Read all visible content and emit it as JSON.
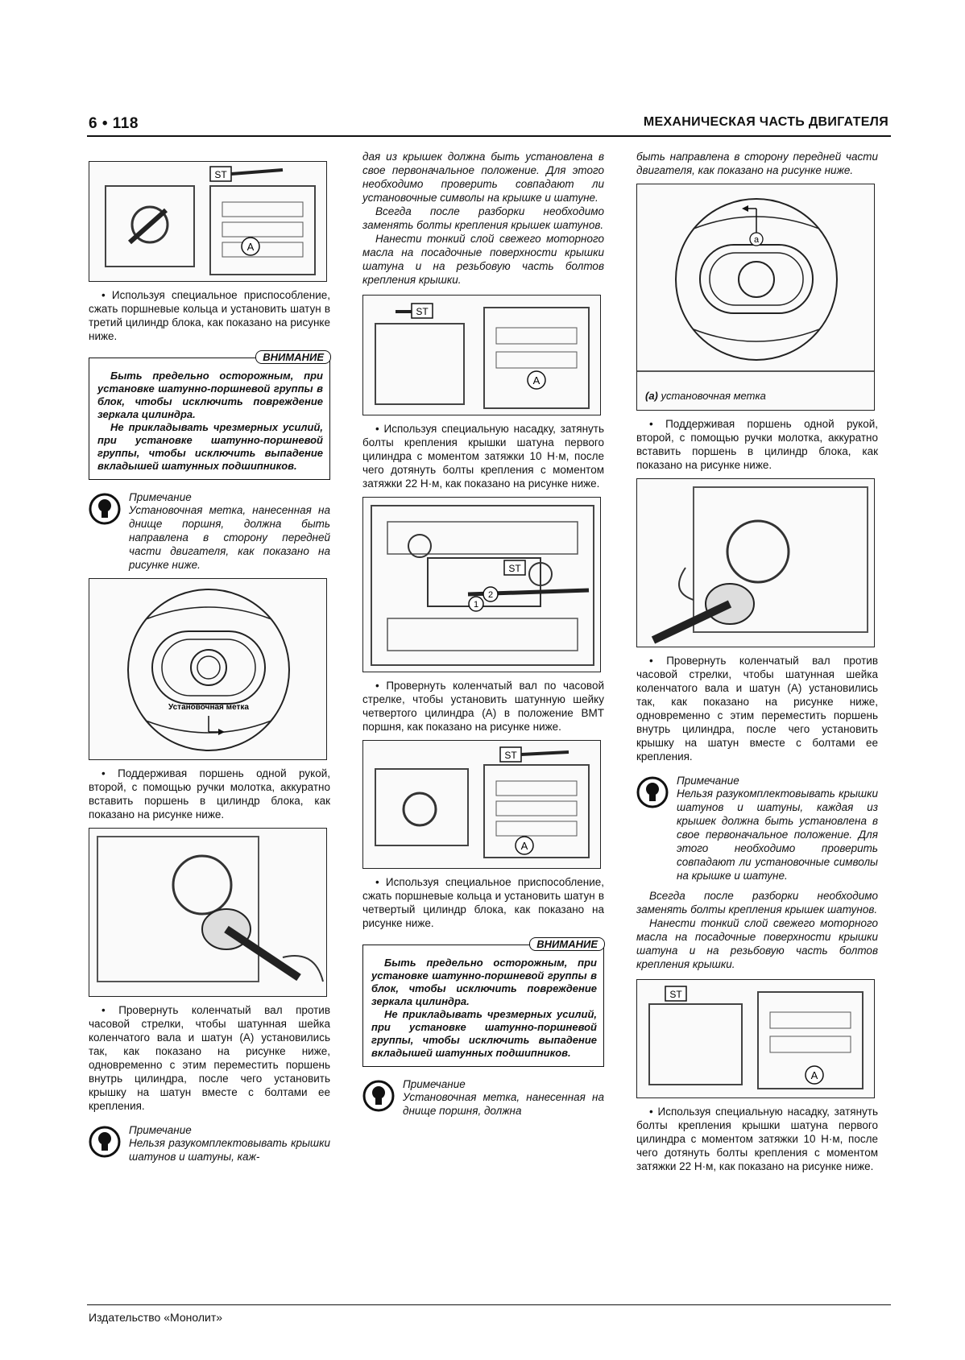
{
  "header": {
    "page_number": "6 • 118",
    "title": "МЕХАНИЧЕСКАЯ ЧАСТЬ ДВИГАТЕЛЯ"
  },
  "footer": {
    "publisher": "Издательство «Монолит»"
  },
  "labels": {
    "st": "ST",
    "a": "A",
    "a_lower": "a",
    "one": "1",
    "two": "2"
  },
  "col1": {
    "p1": "• Используя специальное приспособление, сжать поршневые кольца и установить шатун в третий цилиндр блока, как показано на рисунке ниже.",
    "warn_label": "ВНИМАНИЕ",
    "warn_p1": "Быть предельно осторожным, при установке шатунно-поршневой группы в блок, чтобы исключить повреждение зеркала цилиндра.",
    "warn_p2": "Не прикладывать чрезмерных усилий, при установке шатунно-поршневой группы, чтобы исключить выпадение вкладышей шатунных подшипников.",
    "note1_title": "Примечание",
    "note1_text": "Установочная метка, нанесенная на днище поршня, должна быть направлена в сторону передней части двигателя, как показано на рисунке ниже.",
    "fig_mark_label": "Установочная метка",
    "p2": "• Поддерживая поршень одной рукой, второй, с помощью ручки молотка, аккуратно вставить поршень в цилиндр блока, как показано на рисунке ниже.",
    "p3": "• Провернуть коленчатый вал против часовой стрелки, чтобы шатунная шейка коленчатого вала и шатун (А) установились так, как показано на рисунке ниже, одновременно с этим переместить поршень внутрь цилиндра, после чего установить крышку на шатун вместе с болтами ее крепления.",
    "note2_title": "Примечание",
    "note2_text": "Нельзя разукомплектовывать крышки шатунов и шатуны, каж-"
  },
  "col2": {
    "t1": "дая из крышек должна быть установлена в свое первоначальное положение. Для этого необходимо проверить совпадают ли установочные символы на крышке и шатуне.",
    "t2": "Всегда после разборки необходимо заменять болты крепления крышек шатунов.",
    "t3": "Нанести тонкий слой свежего моторного масла на посадочные поверхности крышки шатуна и на резьбовую часть болтов крепления крышки.",
    "p1": "• Используя специальную насадку, затянуть болты крепления крышки шатуна первого цилиндра с моментом затяжки 10 Н·м, после чего дотянуть болты крепления с моментом затяжки 22 Н·м, как показано на рисунке ниже.",
    "p2": "• Провернуть коленчатый вал по часовой стрелке, чтобы установить шатунную шейку четвертого цилиндра (А) в положение ВМТ поршня, как показано на рисунке ниже.",
    "p3": "• Используя специальное приспособление, сжать поршневые кольца и установить шатун в четвертый цилиндр блока, как показано на рисунке ниже.",
    "warn_label": "ВНИМАНИЕ",
    "warn_p1": "Быть предельно осторожным, при установке шатунно-поршневой группы в блок, чтобы исключить повреждение зеркала цилиндра.",
    "warn_p2": "Не прикладывать чрезмерных усилий, при установке шатунно-поршневой группы, чтобы исключить выпадение вкладышей шатунных подшипников.",
    "note_title": "Примечание",
    "note_text": "Установочная метка, нанесенная на днище поршня, должна"
  },
  "col3": {
    "t1": "быть направлена в сторону передней части двигателя, как показано на рисунке ниже.",
    "fig_cap_letter": "(а)",
    "fig_cap_text": " установочная метка",
    "p1": "• Поддерживая поршень одной рукой, второй, с помощью ручки молотка, аккуратно вставить поршень в цилиндр блока, как показано на рисунке ниже.",
    "p2": "• Провернуть коленчатый вал против часовой стрелки, чтобы шатунная шейка коленчатого вала и шатун (А) установились так, как показано на рисунке ниже, одновременно с этим переместить поршень внутрь цилиндра, после чего установить крышку на шатун вместе с болтами ее крепления.",
    "note_title": "Примечание",
    "note_text": "Нельзя разукомплектовывать крышки шатунов и шатуны, каждая из крышек должна быть установлена в свое первоначальное положение. Для этого необходимо проверить совпадают ли установочные символы на крышке и шатуне.",
    "t2": "Всегда после разборки необходимо заменять болты крепления крышек шатунов.",
    "t3": "Нанести тонкий слой свежего моторного масла на посадочные поверхности крышки шатуна и на резьбовую часть болтов крепления крышки.",
    "p3": "• Используя специальную насадку, затянуть болты крепления крышки шатуна первого цилиндра с моментом затяжки 10 Н·м, после чего дотянуть болты крепления с моментом затяжки 22 Н·м, как показано на рисунке ниже."
  }
}
